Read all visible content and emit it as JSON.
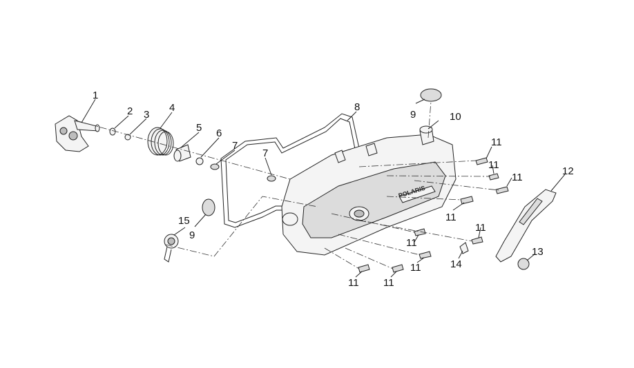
{
  "diagram": {
    "callouts": [
      {
        "id": "c1",
        "text": "1"
      },
      {
        "id": "c2",
        "text": "2"
      },
      {
        "id": "c3",
        "text": "3"
      },
      {
        "id": "c4",
        "text": "4"
      },
      {
        "id": "c5",
        "text": "5"
      },
      {
        "id": "c6",
        "text": "6"
      },
      {
        "id": "c7a",
        "text": "7"
      },
      {
        "id": "c7b",
        "text": "7"
      },
      {
        "id": "c8",
        "text": "8"
      },
      {
        "id": "c9a",
        "text": "9"
      },
      {
        "id": "c9b",
        "text": "9"
      },
      {
        "id": "c10",
        "text": "10"
      },
      {
        "id": "c11a",
        "text": "11"
      },
      {
        "id": "c11b",
        "text": "11"
      },
      {
        "id": "c11c",
        "text": "11"
      },
      {
        "id": "c11d",
        "text": "11"
      },
      {
        "id": "c11e",
        "text": "11"
      },
      {
        "id": "c11f",
        "text": "11"
      },
      {
        "id": "c11g",
        "text": "11"
      },
      {
        "id": "c11h",
        "text": "11"
      },
      {
        "id": "c11i",
        "text": "11"
      },
      {
        "id": "c12",
        "text": "12"
      },
      {
        "id": "c13",
        "text": "13"
      },
      {
        "id": "c14",
        "text": "14"
      },
      {
        "id": "c15",
        "text": "15"
      }
    ],
    "brand_logo_text": "POLARIS"
  }
}
